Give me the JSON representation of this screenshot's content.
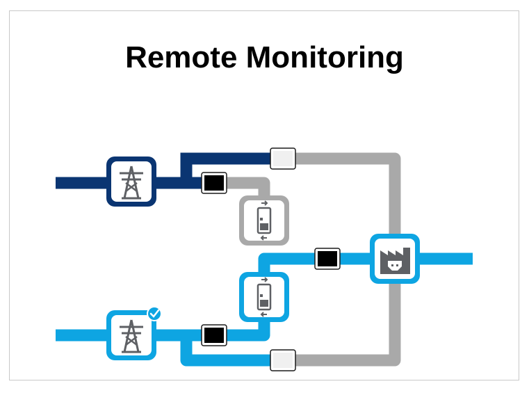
{
  "slide": {
    "title": "Remote Monitoring"
  },
  "colors": {
    "grid_dark": "#0a3572",
    "grid_light": "#0ea5e2",
    "inactive": "#a9a9a9",
    "switch_closed": "#000000",
    "switch_open": "#f0f0f0",
    "icon_fill": "#5e6064",
    "check": "#0ea5e2"
  },
  "nodes": [
    {
      "name": "utility-tower-top",
      "icon": "power-tower-icon",
      "state": "dark"
    },
    {
      "name": "utility-tower-bottom",
      "icon": "power-tower-icon",
      "state": "light",
      "badge": "check-icon"
    },
    {
      "name": "ats-upper",
      "icon": "transfer-switch-icon",
      "state": "inactive"
    },
    {
      "name": "ats-lower",
      "icon": "transfer-switch-icon",
      "state": "light"
    },
    {
      "name": "facility-load",
      "icon": "factory-plug-icon",
      "state": "light"
    }
  ],
  "breakers": [
    {
      "name": "breaker-top-right",
      "state": "open"
    },
    {
      "name": "breaker-top-left",
      "state": "closed"
    },
    {
      "name": "breaker-middle",
      "state": "closed"
    },
    {
      "name": "breaker-bottom-left",
      "state": "closed"
    },
    {
      "name": "breaker-bottom-right",
      "state": "open"
    }
  ]
}
